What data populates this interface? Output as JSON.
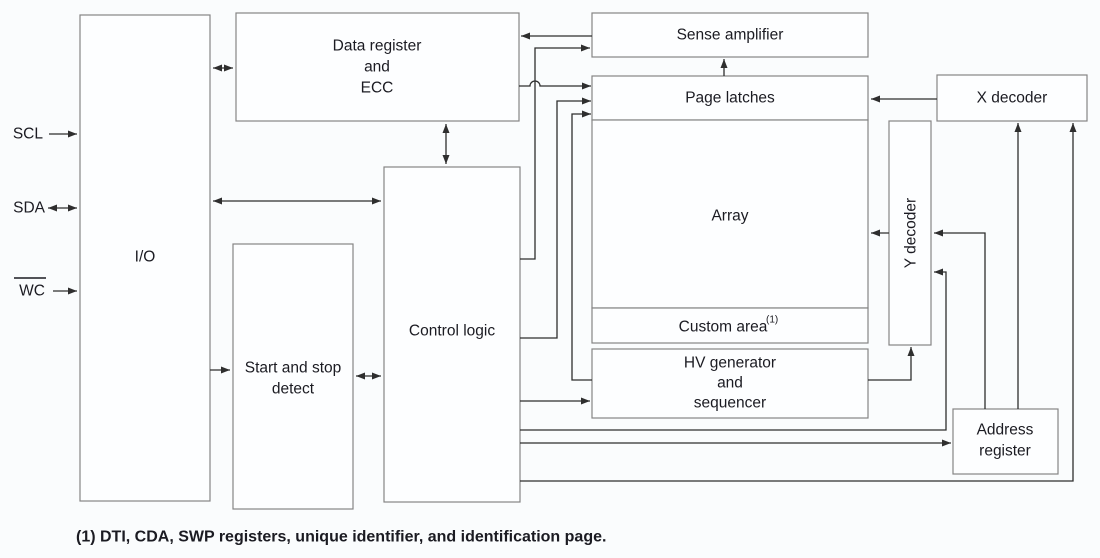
{
  "figure": {
    "footnote": "(1) DTI, CDA, SWP registers, unique identifier, and identification page."
  },
  "signals": {
    "scl": "SCL",
    "sda": "SDA",
    "wc": "WC"
  },
  "blocks": {
    "io": {
      "label": "I/O"
    },
    "data_register": {
      "lines": [
        "Data register",
        "and",
        "ECC"
      ]
    },
    "control_logic": {
      "label": "Control logic"
    },
    "start_stop": {
      "lines": [
        "Start and stop",
        "detect"
      ]
    },
    "sense_amplifier": {
      "label": "Sense amplifier"
    },
    "page_latches": {
      "label": "Page latches"
    },
    "array": {
      "label": "Array"
    },
    "custom_area": {
      "label": "Custom area",
      "superscript": "(1)"
    },
    "hv_generator": {
      "lines": [
        "HV generator",
        "and",
        "sequencer"
      ]
    },
    "x_decoder": {
      "label": "X decoder"
    },
    "y_decoder": {
      "label": "Y decoder"
    },
    "address_register": {
      "lines": [
        "Address",
        "register"
      ]
    }
  },
  "colors": {
    "background": "#fafcfd",
    "box_fill": "#fdfeff",
    "box_border": "#858585",
    "wire": "#2e2e2e",
    "text": "#1b1b22"
  }
}
